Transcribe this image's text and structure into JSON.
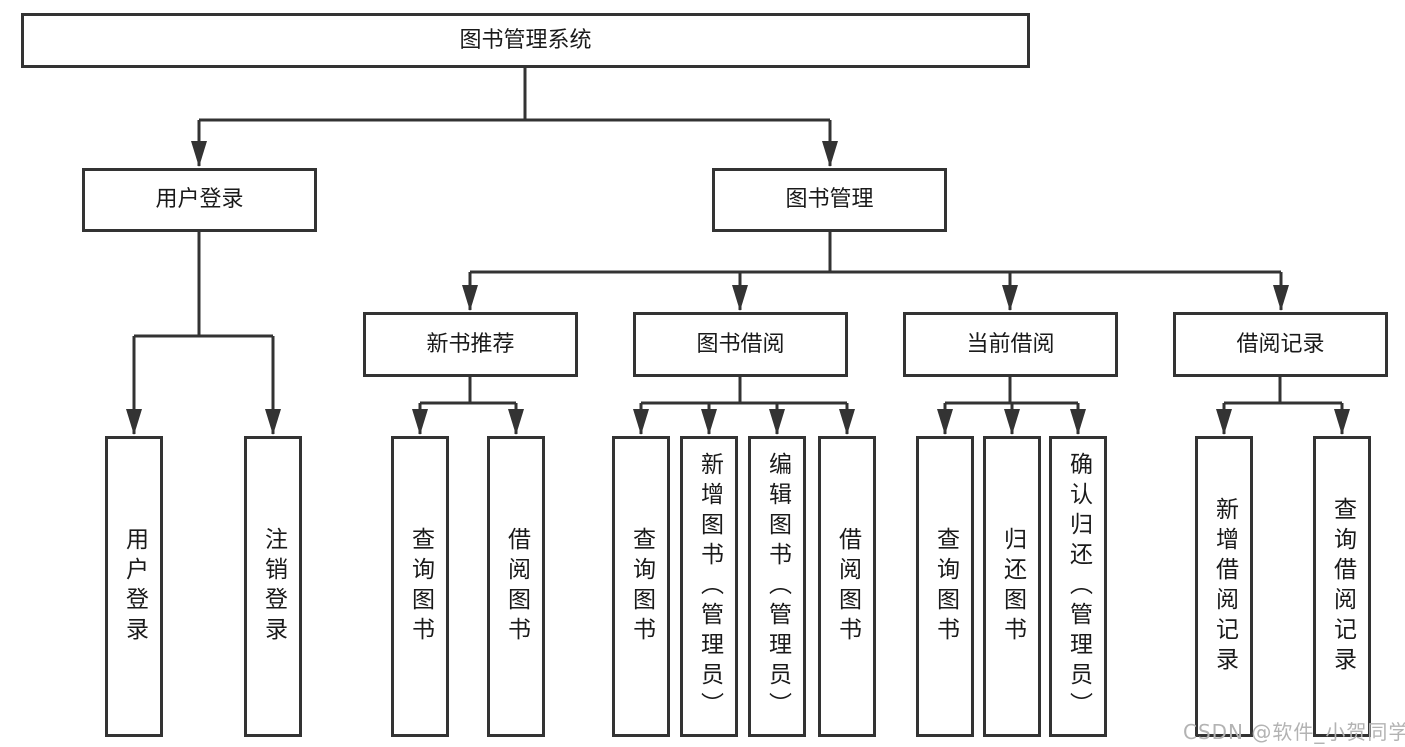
{
  "diagram_title": "图书管理系统",
  "nodes": {
    "library_system": {
      "label": "图书管理系统"
    },
    "user_login": {
      "label": "用户登录"
    },
    "book_management": {
      "label": "图书管理"
    },
    "user_login_action": {
      "label": "用户登录"
    },
    "logout_action": {
      "label": "注销登录"
    },
    "new_book_recommend": {
      "label": "新书推荐"
    },
    "book_borrowing": {
      "label": "图书借阅"
    },
    "current_borrowing": {
      "label": "当前借阅"
    },
    "borrowing_records": {
      "label": "借阅记录"
    },
    "recommend_query_books": {
      "label": "查询图书"
    },
    "recommend_borrow_books": {
      "label": "借阅图书"
    },
    "borrowing_query_books": {
      "label": "查询图书"
    },
    "borrowing_add_books": {
      "label": "新增图书（管理员）"
    },
    "borrowing_edit_books": {
      "label": "编辑图书（管理员）"
    },
    "borrowing_borrow_books": {
      "label": "借阅图书"
    },
    "current_query_books": {
      "label": "查询图书"
    },
    "current_return_books": {
      "label": "归还图书"
    },
    "current_confirm_return": {
      "label": "确认归还（管理员）"
    },
    "records_add_record": {
      "label": "新增借阅记录"
    },
    "records_query_record": {
      "label": "查询借阅记录"
    }
  },
  "hierarchy": {
    "图书管理系统": {
      "用户登录": [
        "用户登录",
        "注销登录"
      ],
      "图书管理": {
        "新书推荐": [
          "查询图书",
          "借阅图书"
        ],
        "图书借阅": [
          "查询图书",
          "新增图书（管理员）",
          "编辑图书（管理员）",
          "借阅图书"
        ],
        "当前借阅": [
          "查询图书",
          "归还图书",
          "确认归还（管理员）"
        ],
        "借阅记录": [
          "新增借阅记录",
          "查询借阅记录"
        ]
      }
    }
  },
  "watermark": {
    "text": "CSDN @软件_小贺同学"
  },
  "colors": {
    "line": "#333333",
    "box_border": "#333333",
    "text": "#1a1a1a",
    "watermark": "#b3b3b3",
    "background": "#ffffff"
  }
}
